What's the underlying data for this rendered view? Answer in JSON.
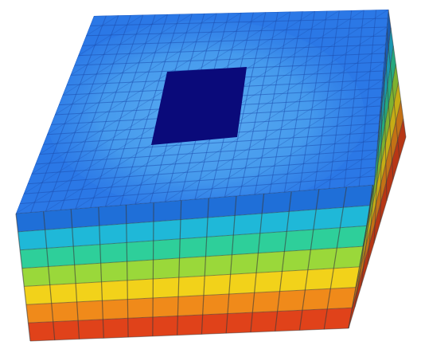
{
  "scene": {
    "subject": "block-mesh",
    "grid": {
      "top_u": 24,
      "top_v": 20,
      "front_cols": 13,
      "side_cols": 9,
      "layers": 7
    },
    "colors": {
      "background": "#ffffff",
      "top_base": "#2b78e6",
      "top_ring": "#4aa0ee",
      "top_center": "#0a0a7a",
      "mesh_line": "#1d4fae",
      "side_line": "#3a3a3a",
      "layer_bands": [
        "#1f6fd8",
        "#1fb8d8",
        "#2ecf9a",
        "#9ad83a",
        "#f2d21a",
        "#f08a1a",
        "#e0421a"
      ],
      "side_shade": "#000000"
    }
  }
}
